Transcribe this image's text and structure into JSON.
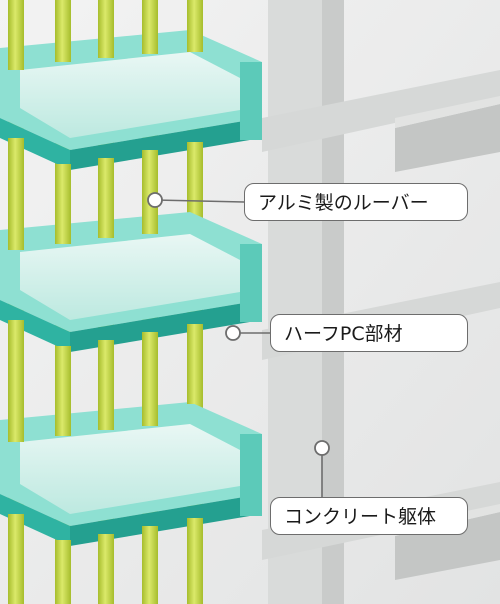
{
  "labels": {
    "louver": "アルミ製のルーバー",
    "half_pc": "ハーフPC部材",
    "concrete": "コンクリート躯体"
  },
  "colors": {
    "background": "#ececec",
    "concrete_frame": "#dcdedd",
    "concrete_slab": "#cfd0cf",
    "louver_light": "#d2e45a",
    "louver_dark": "#9fb62a",
    "pc_face": "#2fb3a2",
    "pc_top": "#8ee0d2",
    "pc_inner": "#d6f3ee",
    "leader": "#6d6d6d",
    "marker_fill": "#ffffff"
  }
}
